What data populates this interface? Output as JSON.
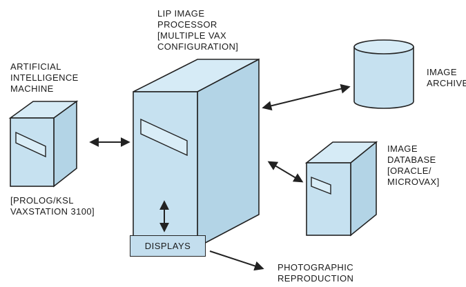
{
  "colors": {
    "fill": "#c6e1f0",
    "fill_side": "#b3d4e6",
    "fill_top": "#d6ebf6",
    "stroke": "#222222"
  },
  "labels": {
    "lip_processor": [
      "LIP IMAGE",
      "PROCESSOR",
      "[MULTIPLE VAX",
      "CONFIGURATION]"
    ],
    "ai_machine": [
      "ARTIFICIAL",
      "INTELLIGENCE",
      "MACHINE"
    ],
    "ai_config": [
      "[PROLOG/KSL",
      "VAXSTATION 3100]"
    ],
    "image_archive": [
      "IMAGE",
      "ARCHIVE"
    ],
    "image_database": [
      "IMAGE",
      "DATABASE",
      "[ORACLE/",
      "MICROVAX]"
    ],
    "displays": "DISPLAYS",
    "photographic": [
      "PHOTOGRAPHIC",
      "REPRODUCTION"
    ]
  }
}
